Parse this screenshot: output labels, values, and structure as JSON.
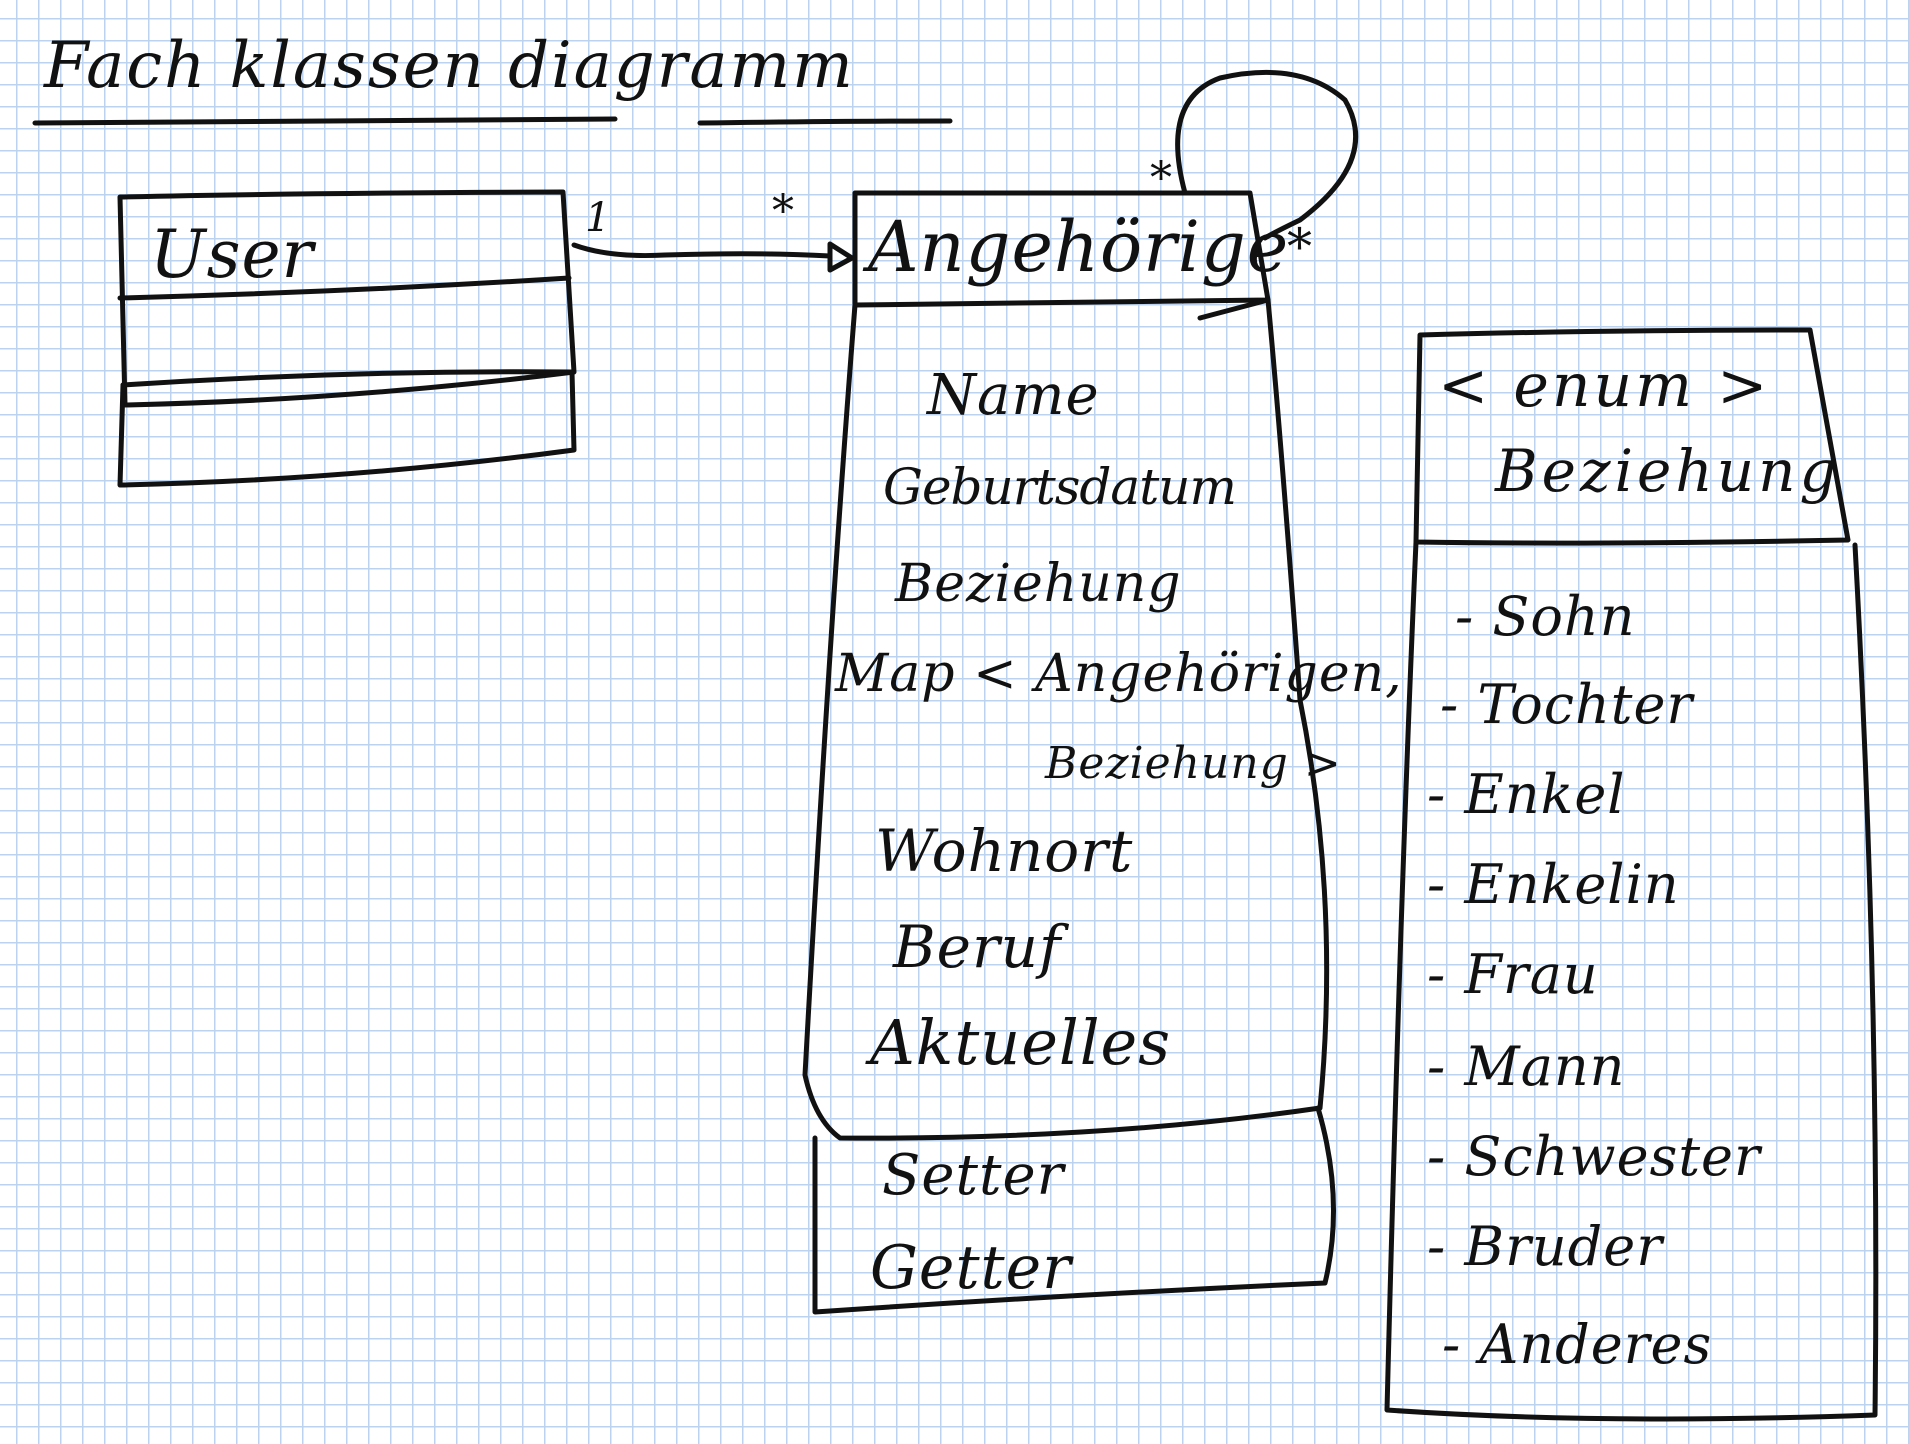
{
  "title": "Fach klassen diagramm",
  "classes": {
    "user": {
      "name": "User"
    },
    "angehoerige": {
      "name": "Angehörige",
      "attributes": [
        "Name",
        "Geburtsdatum",
        "Beziehung",
        "Map < Angehörigen,",
        "Beziehung >",
        "Wohnort",
        "Beruf",
        "Aktuelles"
      ],
      "operations": [
        "Setter",
        "Getter"
      ]
    },
    "beziehung_enum": {
      "stereotype": "< enum >",
      "name": "Beziehung",
      "values": [
        "- Sohn",
        "- Tochter",
        "- Enkel",
        "- Enkelin",
        "- Frau",
        "- Mann",
        "- Schwester",
        "- Bruder",
        "- Anderes"
      ]
    }
  },
  "associations": {
    "user_to_angehoerige": {
      "from_multiplicity": "1",
      "to_multiplicity": "*"
    },
    "self_association": {
      "top_multiplicity": "*",
      "right_multiplicity": "*"
    }
  },
  "colors": {
    "ink": "#111111",
    "grid": "#bcd3ef",
    "paper": "#ffffff"
  }
}
